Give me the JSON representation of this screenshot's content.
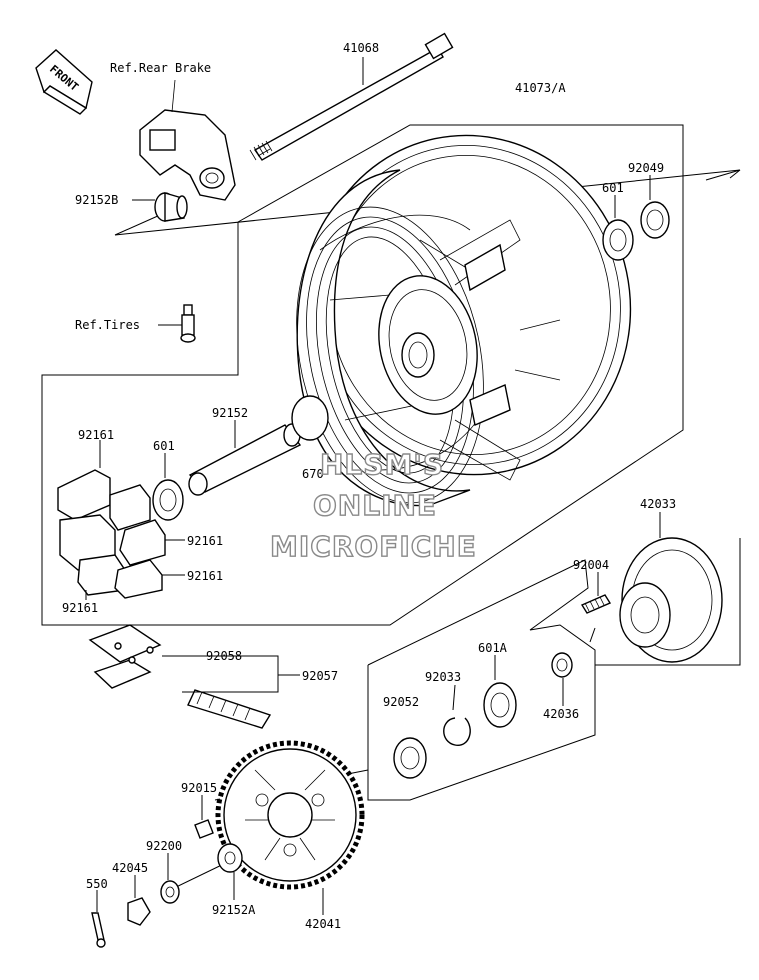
{
  "front_badge": "FRONT",
  "refs": {
    "rear_brake": "Ref.Rear Brake",
    "tires": "Ref.Tires"
  },
  "labels": {
    "p41068": "41068",
    "p41073": "41073/A",
    "p92049": "92049",
    "p601_top": "601",
    "p92152b": "92152B",
    "p92152": "92152",
    "p92161_a": "92161",
    "p601_mid": "601",
    "p670": "670",
    "p92161_b": "92161",
    "p92161_c": "92161",
    "p92161_d": "92161",
    "p42033": "42033",
    "p92004": "92004",
    "p92058": "92058",
    "p92057": "92057",
    "p92033": "92033",
    "p601a": "601A",
    "p92052": "92052",
    "p42036": "42036",
    "p92015": "92015",
    "p92200": "92200",
    "p42045": "42045",
    "p550": "550",
    "p92152a": "92152A",
    "p42041": "42041"
  },
  "watermark": {
    "line1": "HLSM'S",
    "line2": "ONLINE",
    "line3": "MICROFICHE"
  }
}
